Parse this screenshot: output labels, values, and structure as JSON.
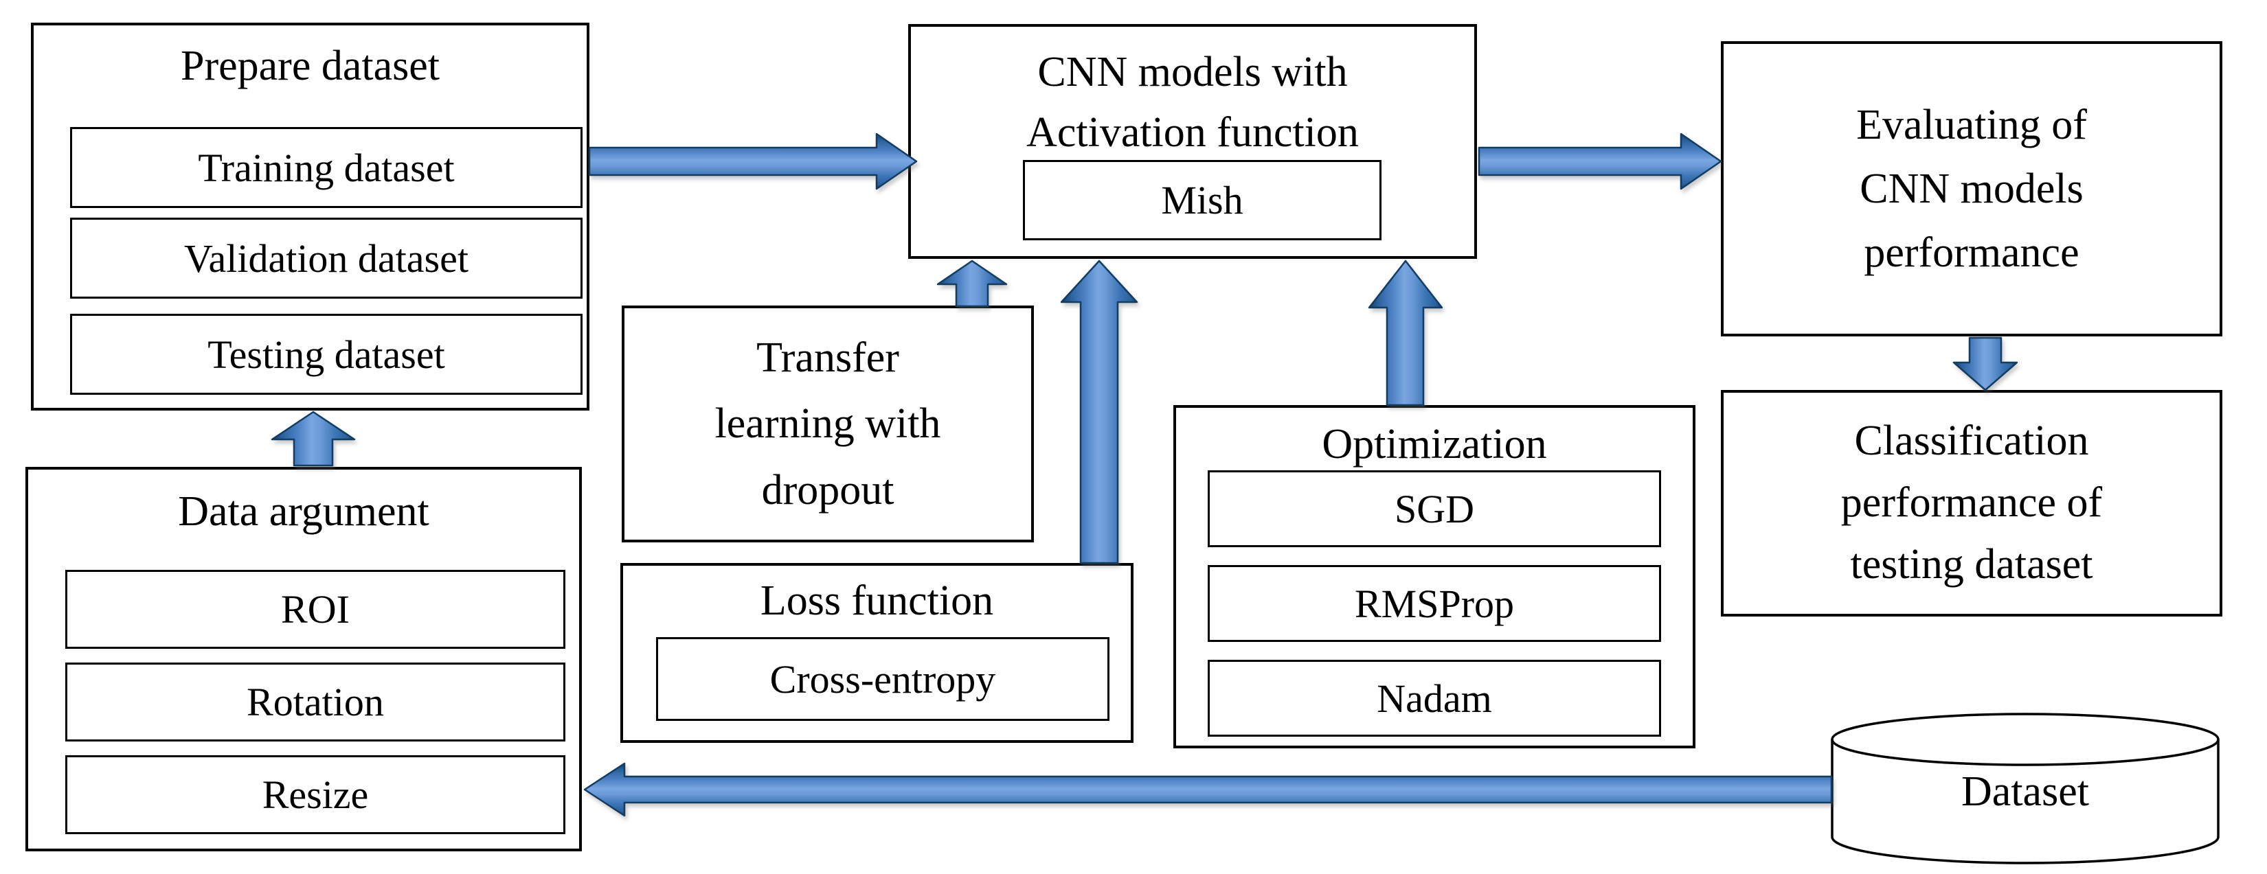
{
  "diagram": {
    "prepare": {
      "title": "Prepare dataset",
      "items": [
        "Training dataset",
        "Validation dataset",
        "Testing dataset"
      ]
    },
    "data_argument": {
      "title": "Data argument",
      "items": [
        "ROI",
        "Rotation",
        "Resize"
      ]
    },
    "transfer": {
      "label": "Transfer\nlearning with\ndropout"
    },
    "loss": {
      "title": "Loss function",
      "item": "Cross-entropy"
    },
    "cnn": {
      "title": "CNN models with\nActivation function",
      "item": "Mish"
    },
    "optimization": {
      "title": "Optimization",
      "items": [
        "SGD",
        "RMSProp",
        "Nadam"
      ]
    },
    "evaluating": {
      "label": "Evaluating of\nCNN models\nperformance"
    },
    "classification": {
      "label": "Classification\nperformance of\ntesting dataset"
    },
    "dataset": {
      "label": "Dataset"
    }
  },
  "colors": {
    "arrow_edge": "#123f66",
    "arrow_mid": "#4a7fc1",
    "arrow_light": "#78a6e0",
    "box_border": "#000000",
    "background": "#ffffff"
  }
}
